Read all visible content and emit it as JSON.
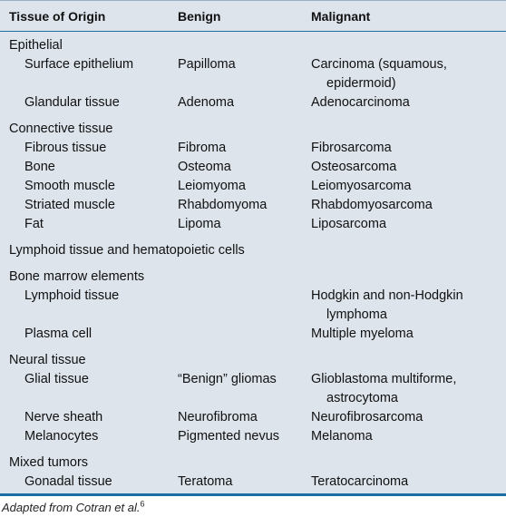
{
  "headers": {
    "origin": "Tissue of Origin",
    "benign": "Benign",
    "malignant": "Malignant"
  },
  "rows": [
    {
      "kind": "group",
      "origin": "Epithelial"
    },
    {
      "kind": "sub",
      "origin": "Surface epithelium",
      "benign": "Papilloma",
      "malignant": [
        "Carcinoma (squamous,",
        "epidermoid)"
      ]
    },
    {
      "kind": "sub",
      "origin": "Glandular tissue",
      "benign": "Adenoma",
      "malignant": [
        "Adenocarcinoma"
      ]
    },
    {
      "kind": "group",
      "origin": "Connective tissue"
    },
    {
      "kind": "sub",
      "origin": "Fibrous tissue",
      "benign": "Fibroma",
      "malignant": [
        "Fibrosarcoma"
      ]
    },
    {
      "kind": "sub",
      "origin": "Bone",
      "benign": "Osteoma",
      "malignant": [
        "Osteosarcoma"
      ]
    },
    {
      "kind": "sub",
      "origin": "Smooth muscle",
      "benign": "Leiomyoma",
      "malignant": [
        "Leiomyosarcoma"
      ]
    },
    {
      "kind": "sub",
      "origin": "Striated muscle",
      "benign": "Rhabdomyoma",
      "malignant": [
        "Rhabdomyosarcoma"
      ]
    },
    {
      "kind": "sub",
      "origin": "Fat",
      "benign": "Lipoma",
      "malignant": [
        "Liposarcoma"
      ]
    },
    {
      "kind": "group",
      "origin": "Lymphoid tissue and hematopoietic cells"
    },
    {
      "kind": "group",
      "origin": "Bone marrow elements"
    },
    {
      "kind": "sub",
      "origin": "Lymphoid tissue",
      "benign": "",
      "malignant": [
        "Hodgkin and non-Hodgkin",
        "lymphoma"
      ]
    },
    {
      "kind": "sub",
      "origin": "Plasma cell",
      "benign": "",
      "malignant": [
        "Multiple myeloma"
      ]
    },
    {
      "kind": "group",
      "origin": "Neural tissue"
    },
    {
      "kind": "sub",
      "origin": "Glial tissue",
      "benign": "“Benign” gliomas",
      "malignant": [
        "Glioblastoma multiforme,",
        "astrocytoma"
      ]
    },
    {
      "kind": "sub",
      "origin": "Nerve sheath",
      "benign": "Neurofibroma",
      "malignant": [
        "Neurofibrosarcoma"
      ]
    },
    {
      "kind": "sub",
      "origin": "Melanocytes",
      "benign": "Pigmented nevus",
      "malignant": [
        "Melanoma"
      ]
    },
    {
      "kind": "group",
      "origin": "Mixed tumors"
    },
    {
      "kind": "sub",
      "origin": "Gonadal tissue",
      "benign": "Teratoma",
      "malignant": [
        "Teratocarcinoma"
      ]
    }
  ],
  "footnote": {
    "text": "Adapted from Cotran et al.",
    "ref": "6"
  }
}
